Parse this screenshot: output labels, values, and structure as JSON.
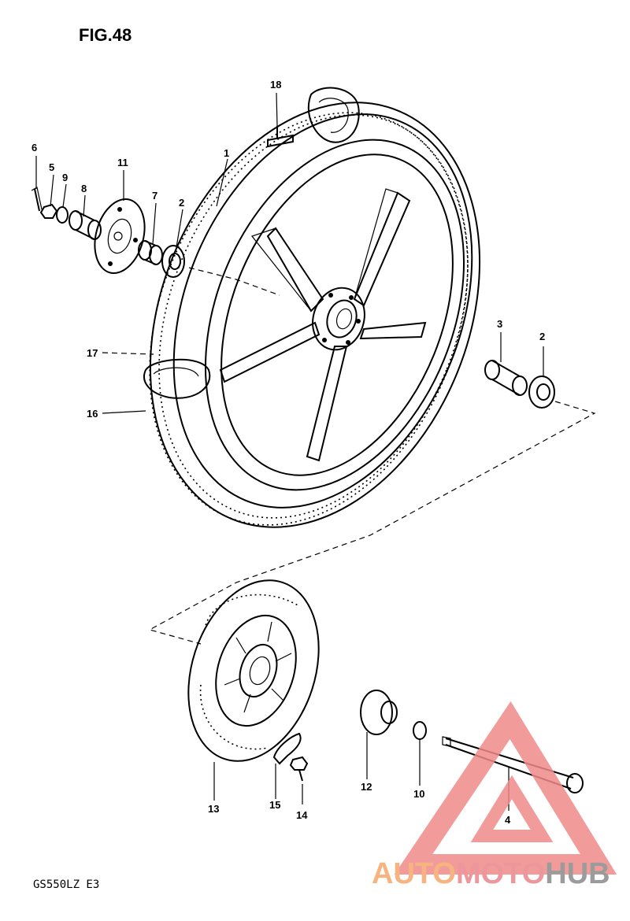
{
  "figure_title": "FIG.48",
  "model_code": "GS550LZ E3",
  "watermark": {
    "part1": "AUTO",
    "part2": "MOTO",
    "part3": "HUB",
    "colors": {
      "auto": "#f6a66b",
      "moto": "#e8868a",
      "hub": "#8a8a8a",
      "triangle": "#f08a8a"
    }
  },
  "callouts": {
    "p1": "1",
    "p2a": "2",
    "p2b": "2",
    "p3": "3",
    "p4": "4",
    "p5": "5",
    "p6": "6",
    "p7": "7",
    "p8": "8",
    "p9": "9",
    "p10": "10",
    "p11": "11",
    "p12": "12",
    "p13": "13",
    "p14": "14",
    "p15": "15",
    "p16": "16",
    "p17": "17",
    "p18": "18"
  }
}
